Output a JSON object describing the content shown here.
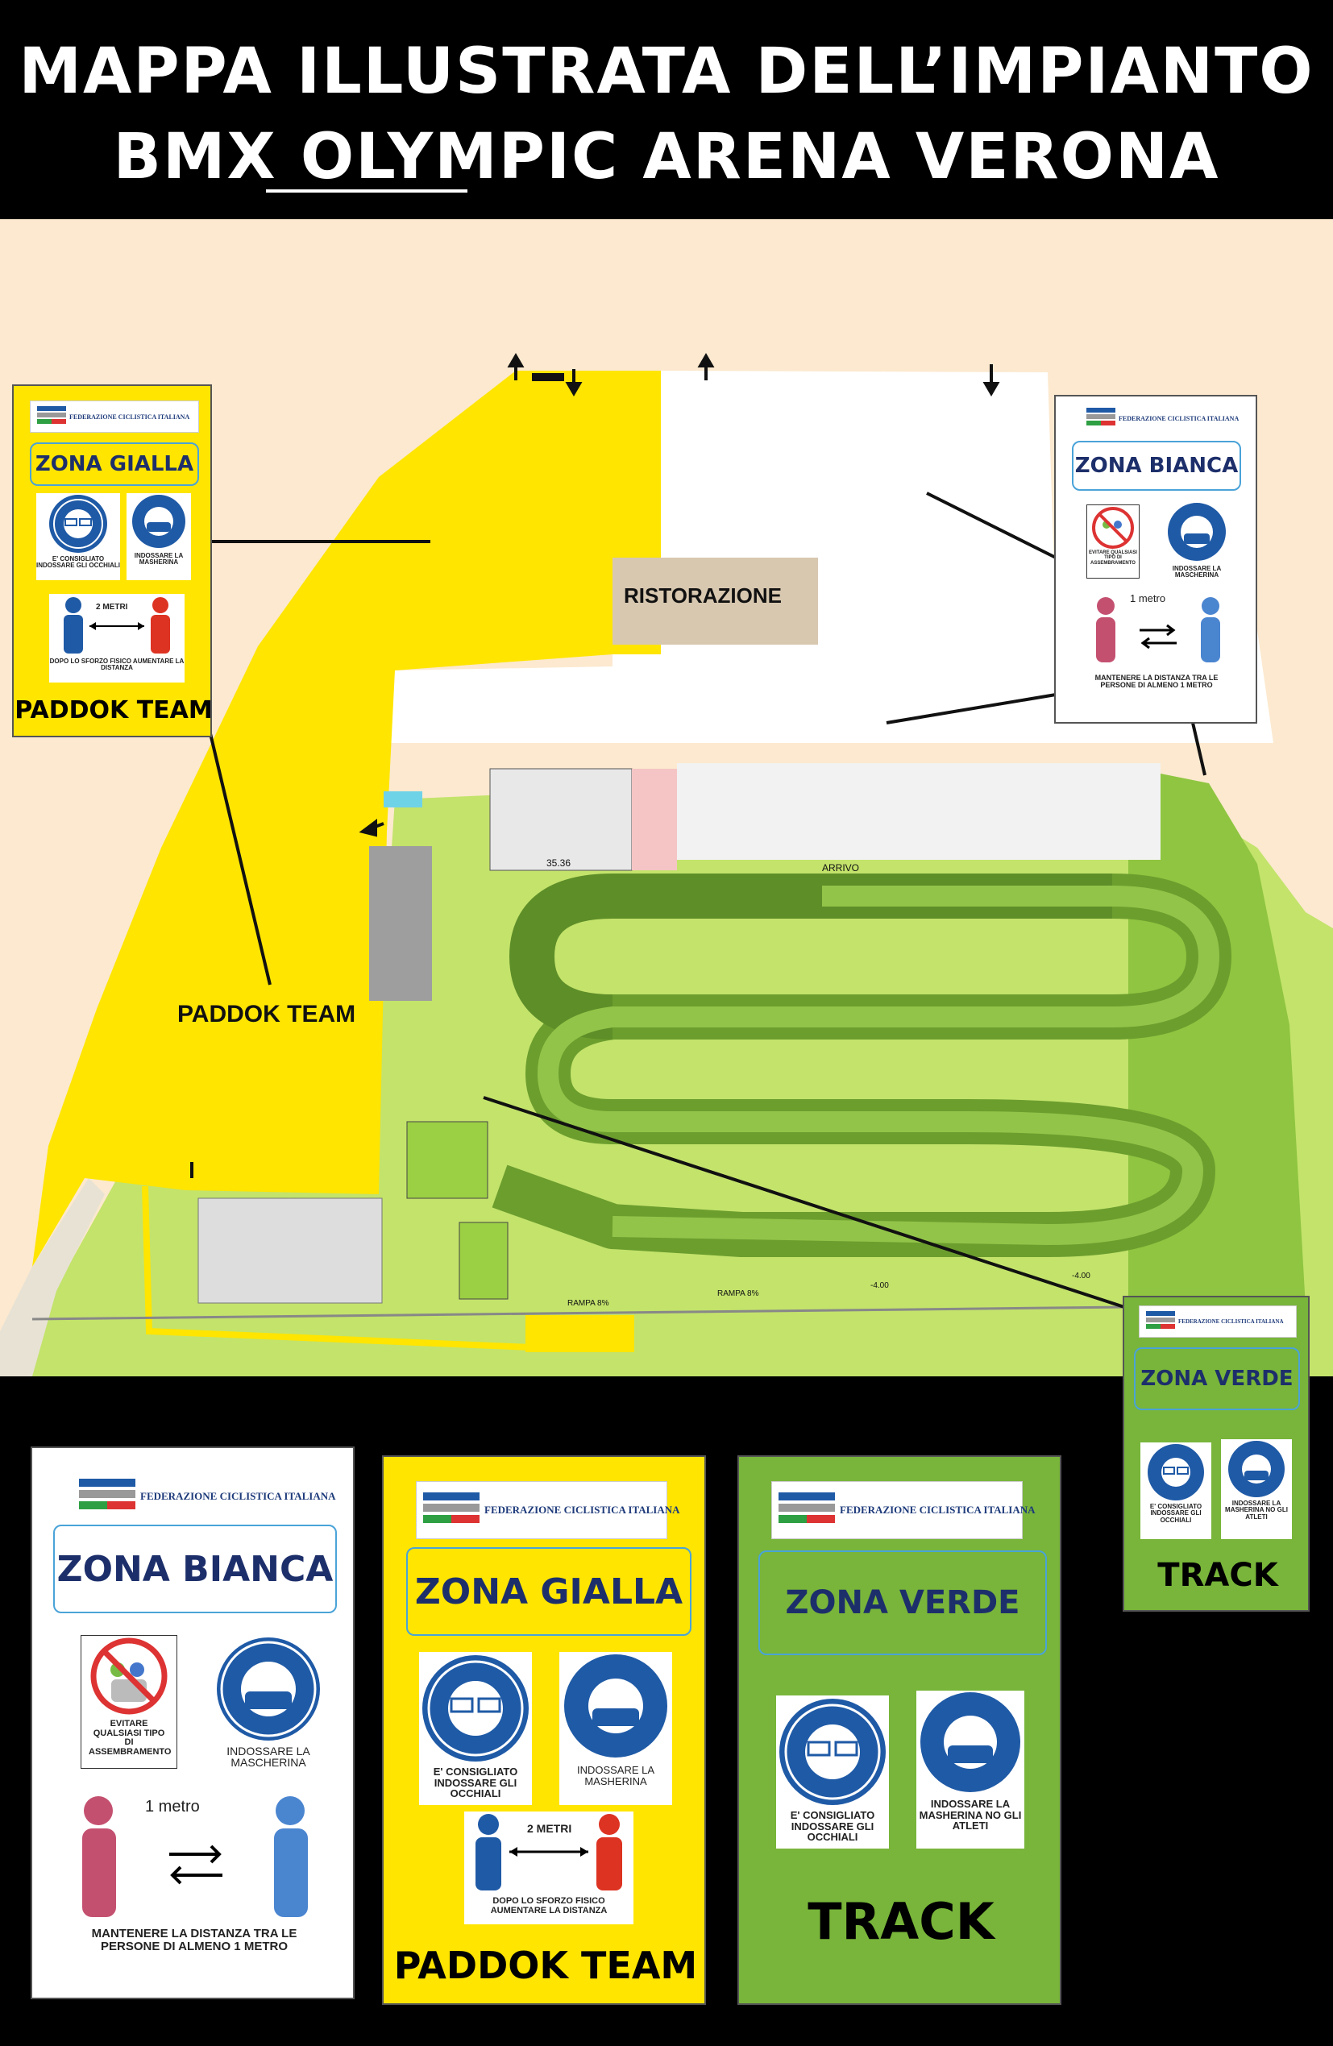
{
  "header": {
    "line1": "MAPPA ILLUSTRATA DELL’IMPIANTO",
    "line2": "BMX OLYMPIC ARENA VERONA"
  },
  "map": {
    "ristorazione": "RISTORAZIONE",
    "paddok_label": "PADDOK TEAM",
    "arrivo": "ARRIVO",
    "dim": "35.36",
    "rampa1": "RAMPA 8%",
    "rampa2": "RAMPA 8%",
    "level1": "-4.00",
    "level2": "-4.00"
  },
  "sign_common": {
    "federation": "FEDERAZIONE CICLISTICA ITALIANA",
    "glasses": "E' CONSIGLIATO INDOSSARE GLI OCCHIALI",
    "mask": "INDOSSARE LA MASHERINA",
    "mask_white": "INDOSSARE LA MASCHERINA",
    "mask_green": "INDOSSARE LA MASHERINA NO GLI ATLETI",
    "distance_2m": "2 METRI",
    "after_effort": "DOPO LO SFORZO FISICO AUMENTARE LA DISTANZA",
    "avoid": "EVITARE QUALSIASI TIPO DI ASSEMBRAMENTO",
    "one_meter": "1 metro",
    "keep_distance": "MANTENERE LA DISTANZA TRA LE PERSONE DI ALMENO 1 METRO"
  },
  "zones": {
    "gialla": "ZONA GIALLA",
    "bianca": "ZONA BIANCA",
    "verde": "ZONA VERDE",
    "paddok": "PADDOK TEAM",
    "track": "TRACK"
  },
  "colors": {
    "yellow": "#ffe500",
    "green": "#78b53a",
    "light_green": "#b7e05a",
    "track_green": "#5e8e28",
    "bg": "#fce9cf",
    "blue_sign": "#1f5aa6"
  }
}
